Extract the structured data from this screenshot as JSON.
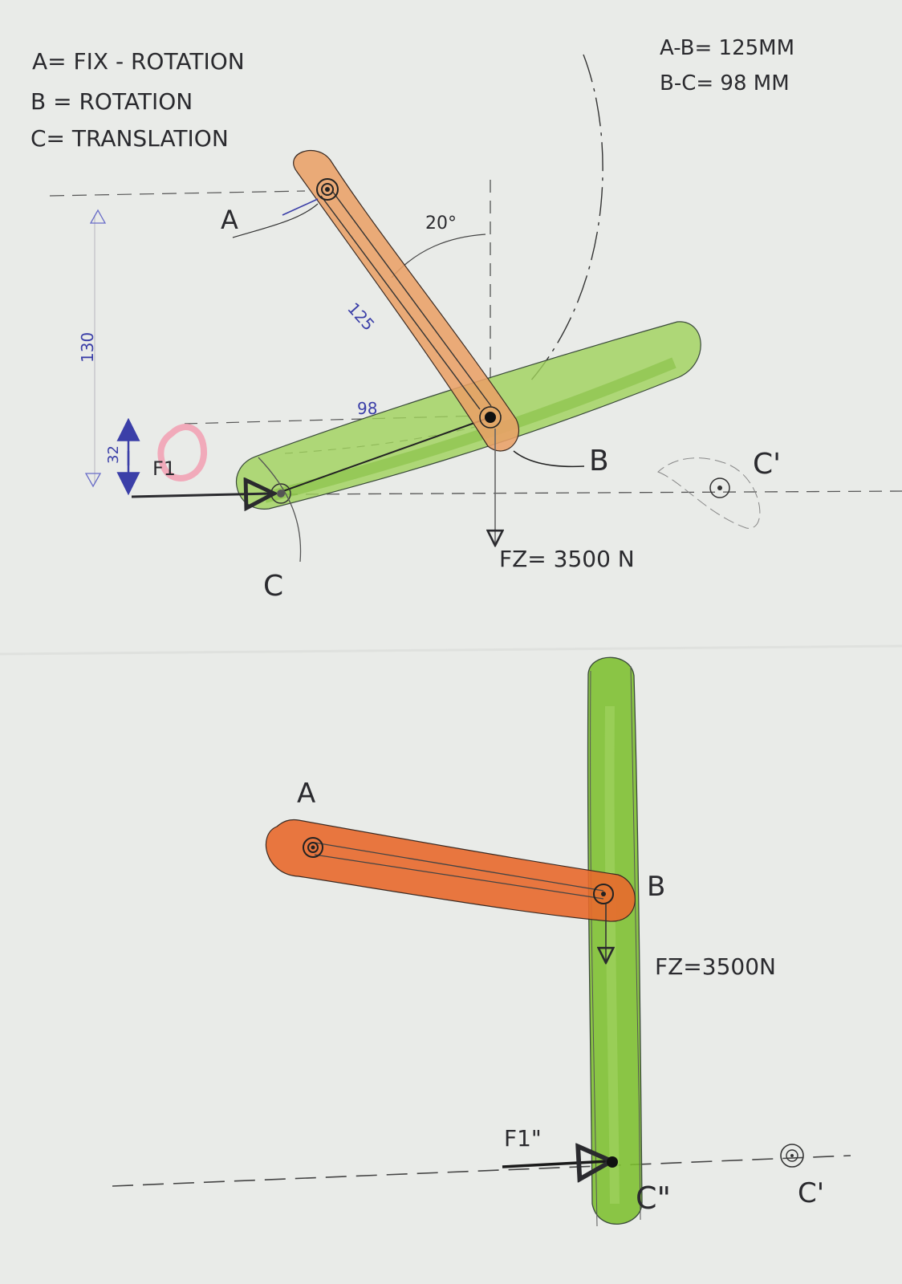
{
  "legend": {
    "a": "A= FIX - ROTATION",
    "b": "B = ROTATION",
    "c": "C= TRANSLATION"
  },
  "lengths": {
    "ab": "A-B= 125MM",
    "bc": "B-C= 98 MM"
  },
  "top_view": {
    "label_a": "A",
    "label_b": "B",
    "label_c": "C",
    "label_c_prime": "C'",
    "angle_label": "20°",
    "dim_ab": "125",
    "dim_bc": "98",
    "dim_height": "130",
    "dim_offset": "32",
    "force_f1": "F1",
    "force_fz": "FZ= 3500 N"
  },
  "bottom_view": {
    "label_a": "A",
    "label_b": "B",
    "label_c_double": "C\"",
    "label_c_prime": "C'",
    "force_f1": "F1\"",
    "force_fz": "FZ=3500N"
  },
  "colors": {
    "paper": "#e9ebe8",
    "orange_link": "#e07a3c",
    "green_link": "#8cc63f",
    "ink": "#2a2a2e",
    "blue_ink": "#3b3fa8",
    "pink_mark": "#f2a3b5"
  }
}
